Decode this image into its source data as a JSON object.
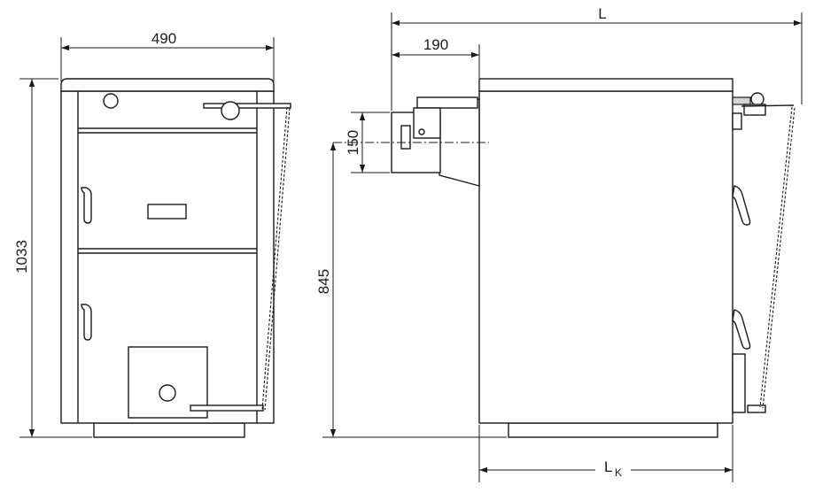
{
  "dimensions": {
    "front_width": "490",
    "front_height": "1033",
    "overall_length": "L",
    "flue_offset": "190",
    "flue_diameter": "150",
    "flue_height": "845",
    "body_length_main": "L",
    "body_length_sub": "K"
  }
}
